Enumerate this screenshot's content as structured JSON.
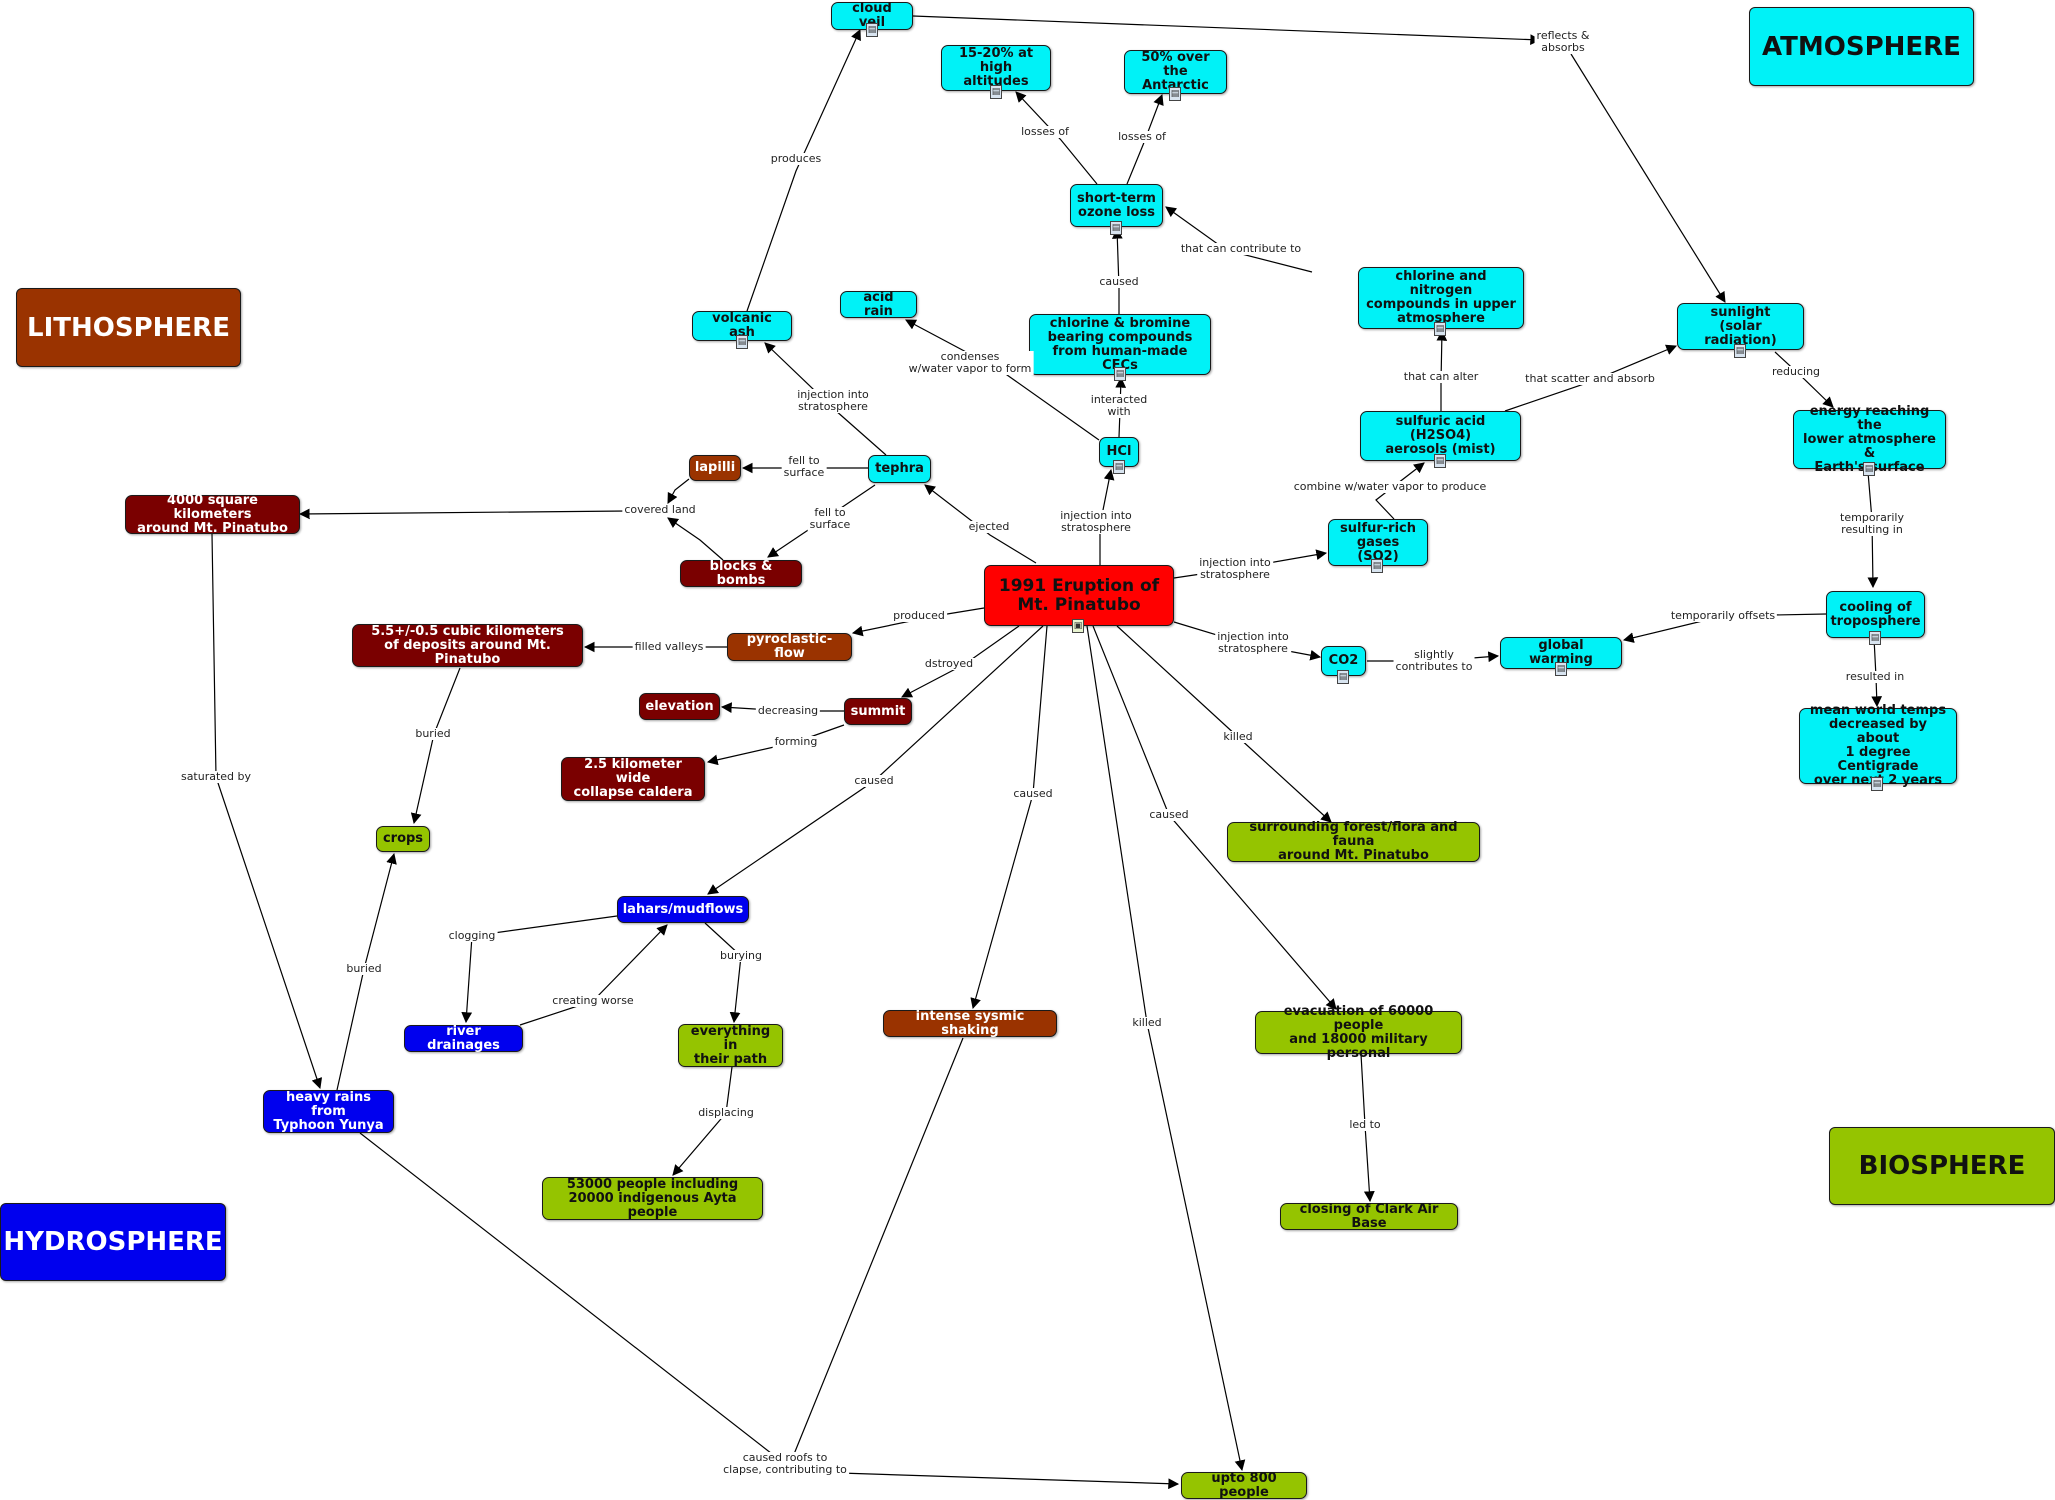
{
  "spheres": {
    "lithosphere": "LITHOSPHERE",
    "hydrosphere": "HYDROSPHERE",
    "atmosphere": "ATMOSPHERE",
    "biosphere": "BIOSPHERE"
  },
  "nodes": {
    "eruption": "1991 Eruption of\nMt. Pinatubo",
    "cloud_veil": "cloud veil",
    "alt_15_20": "15-20% at\nhigh altitudes",
    "antarctic_50": "50% over\nthe Antarctic",
    "ozone_loss": "short-term\nozone loss",
    "acid_rain": "acid rain",
    "volcanic_ash": "volcanic ash",
    "chlorine_bromine": "chlorine & bromine\nbearing compounds\nfrom human-made CFCs",
    "chlorine_nitrogen": "chlorine and nitrogen\ncompounds in upper\natmosphere",
    "sunlight": "sunlight\n(solar radiation)",
    "hcl": "HCl",
    "sulfuric_acid": "sulfuric acid (H2SO4)\naerosols (mist)",
    "energy": "energy reaching the\nlower atmosphere &\nEarth's surface",
    "lapilli": "lapilli",
    "tephra": "tephra",
    "area_4000": "4000 square kilometers\naround Mt. Pinatubo",
    "blocks_bombs": "blocks & bombs",
    "sulfur_gases": "sulfur-rich\ngases (SO2)",
    "deposits": "5.5+/-0.5 cubic kilometers\nof deposits around Mt. Pinatubo",
    "pyroclastic": "pyroclastic-flow",
    "co2": "CO2",
    "global_warming": "global warming",
    "cooling": "cooling of\ntroposphere",
    "elevation": "elevation",
    "summit": "summit",
    "caldera": "2.5 kilometer wide\ncollapse caldera",
    "mean_temps": "mean world temps\ndecreased by about\n1 degree Centigrade\nover next 2 years",
    "crops": "crops",
    "forest": "surrounding forest/flora and fauna\naround Mt. Pinatubo",
    "lahars": "lahars/mudflows",
    "shaking": "intense sysmic shaking",
    "evacuation": "evacuation of 60000 people\nand 18000 military personal",
    "river": "river drainages",
    "everything": "everything in\ntheir path",
    "rains": "heavy rains from\nTyphoon Yunya",
    "people_53000": "53000 people including\n20000 indigenous Ayta people",
    "clark": "closing of Clark Air Base",
    "upto_800": "upto 800 people"
  },
  "links": {
    "reflects": "reflects &\nabsorbs",
    "produces": "produces",
    "losses_a": "losses of",
    "losses_b": "losses of",
    "contribute": "that can contribute to",
    "caused_ozone": "caused",
    "condenses": "condenses\nw/water vapor to form",
    "injection_ash": "injection into\nstratosphere",
    "interacted": "interacted\nwith",
    "can_alter": "that can alter",
    "scatter": "that scatter and absorb",
    "reducing": "reducing",
    "fell_lapilli": "fell to\nsurface",
    "fell_blocks": "fell to\nsurface",
    "covered": "covered land",
    "ejected": "ejected",
    "inj_hcl": "injection into\nstratosphere",
    "combine": "combine w/water vapor to produce",
    "inj_so2": "injection into\nstratosphere",
    "temp_resulting": "temporarily\nresulting in",
    "produced": "produced",
    "filled": "filled valleys",
    "inj_co2": "injection into\nstratosphere",
    "slightly": "slightly\ncontributes to",
    "offsets": "temporarily offsets",
    "dstroyed": "dstroyed",
    "decreasing": "decreasing",
    "resulted": "resulted in",
    "forming": "forming",
    "buried_crops": "buried",
    "killed_forest": "killed",
    "saturated": "saturated by",
    "caused_lahars": "caused",
    "caused_shaking": "caused",
    "caused_evac": "caused",
    "clogging": "clogging",
    "burying": "burying",
    "creating": "creating worse",
    "buried_rains": "buried",
    "killed_800": "killed",
    "led_to": "led to",
    "displacing": "displacing",
    "roofs": "caused roofs to\nclapse, contributing to"
  },
  "colors": {
    "atmosphere": "#00f2f7",
    "eruption": "#ff0000",
    "lithosphere": "#9a3300",
    "lithosphere_dark": "#7a0000",
    "hydrosphere": "#0000ee",
    "biosphere": "#95c400"
  }
}
